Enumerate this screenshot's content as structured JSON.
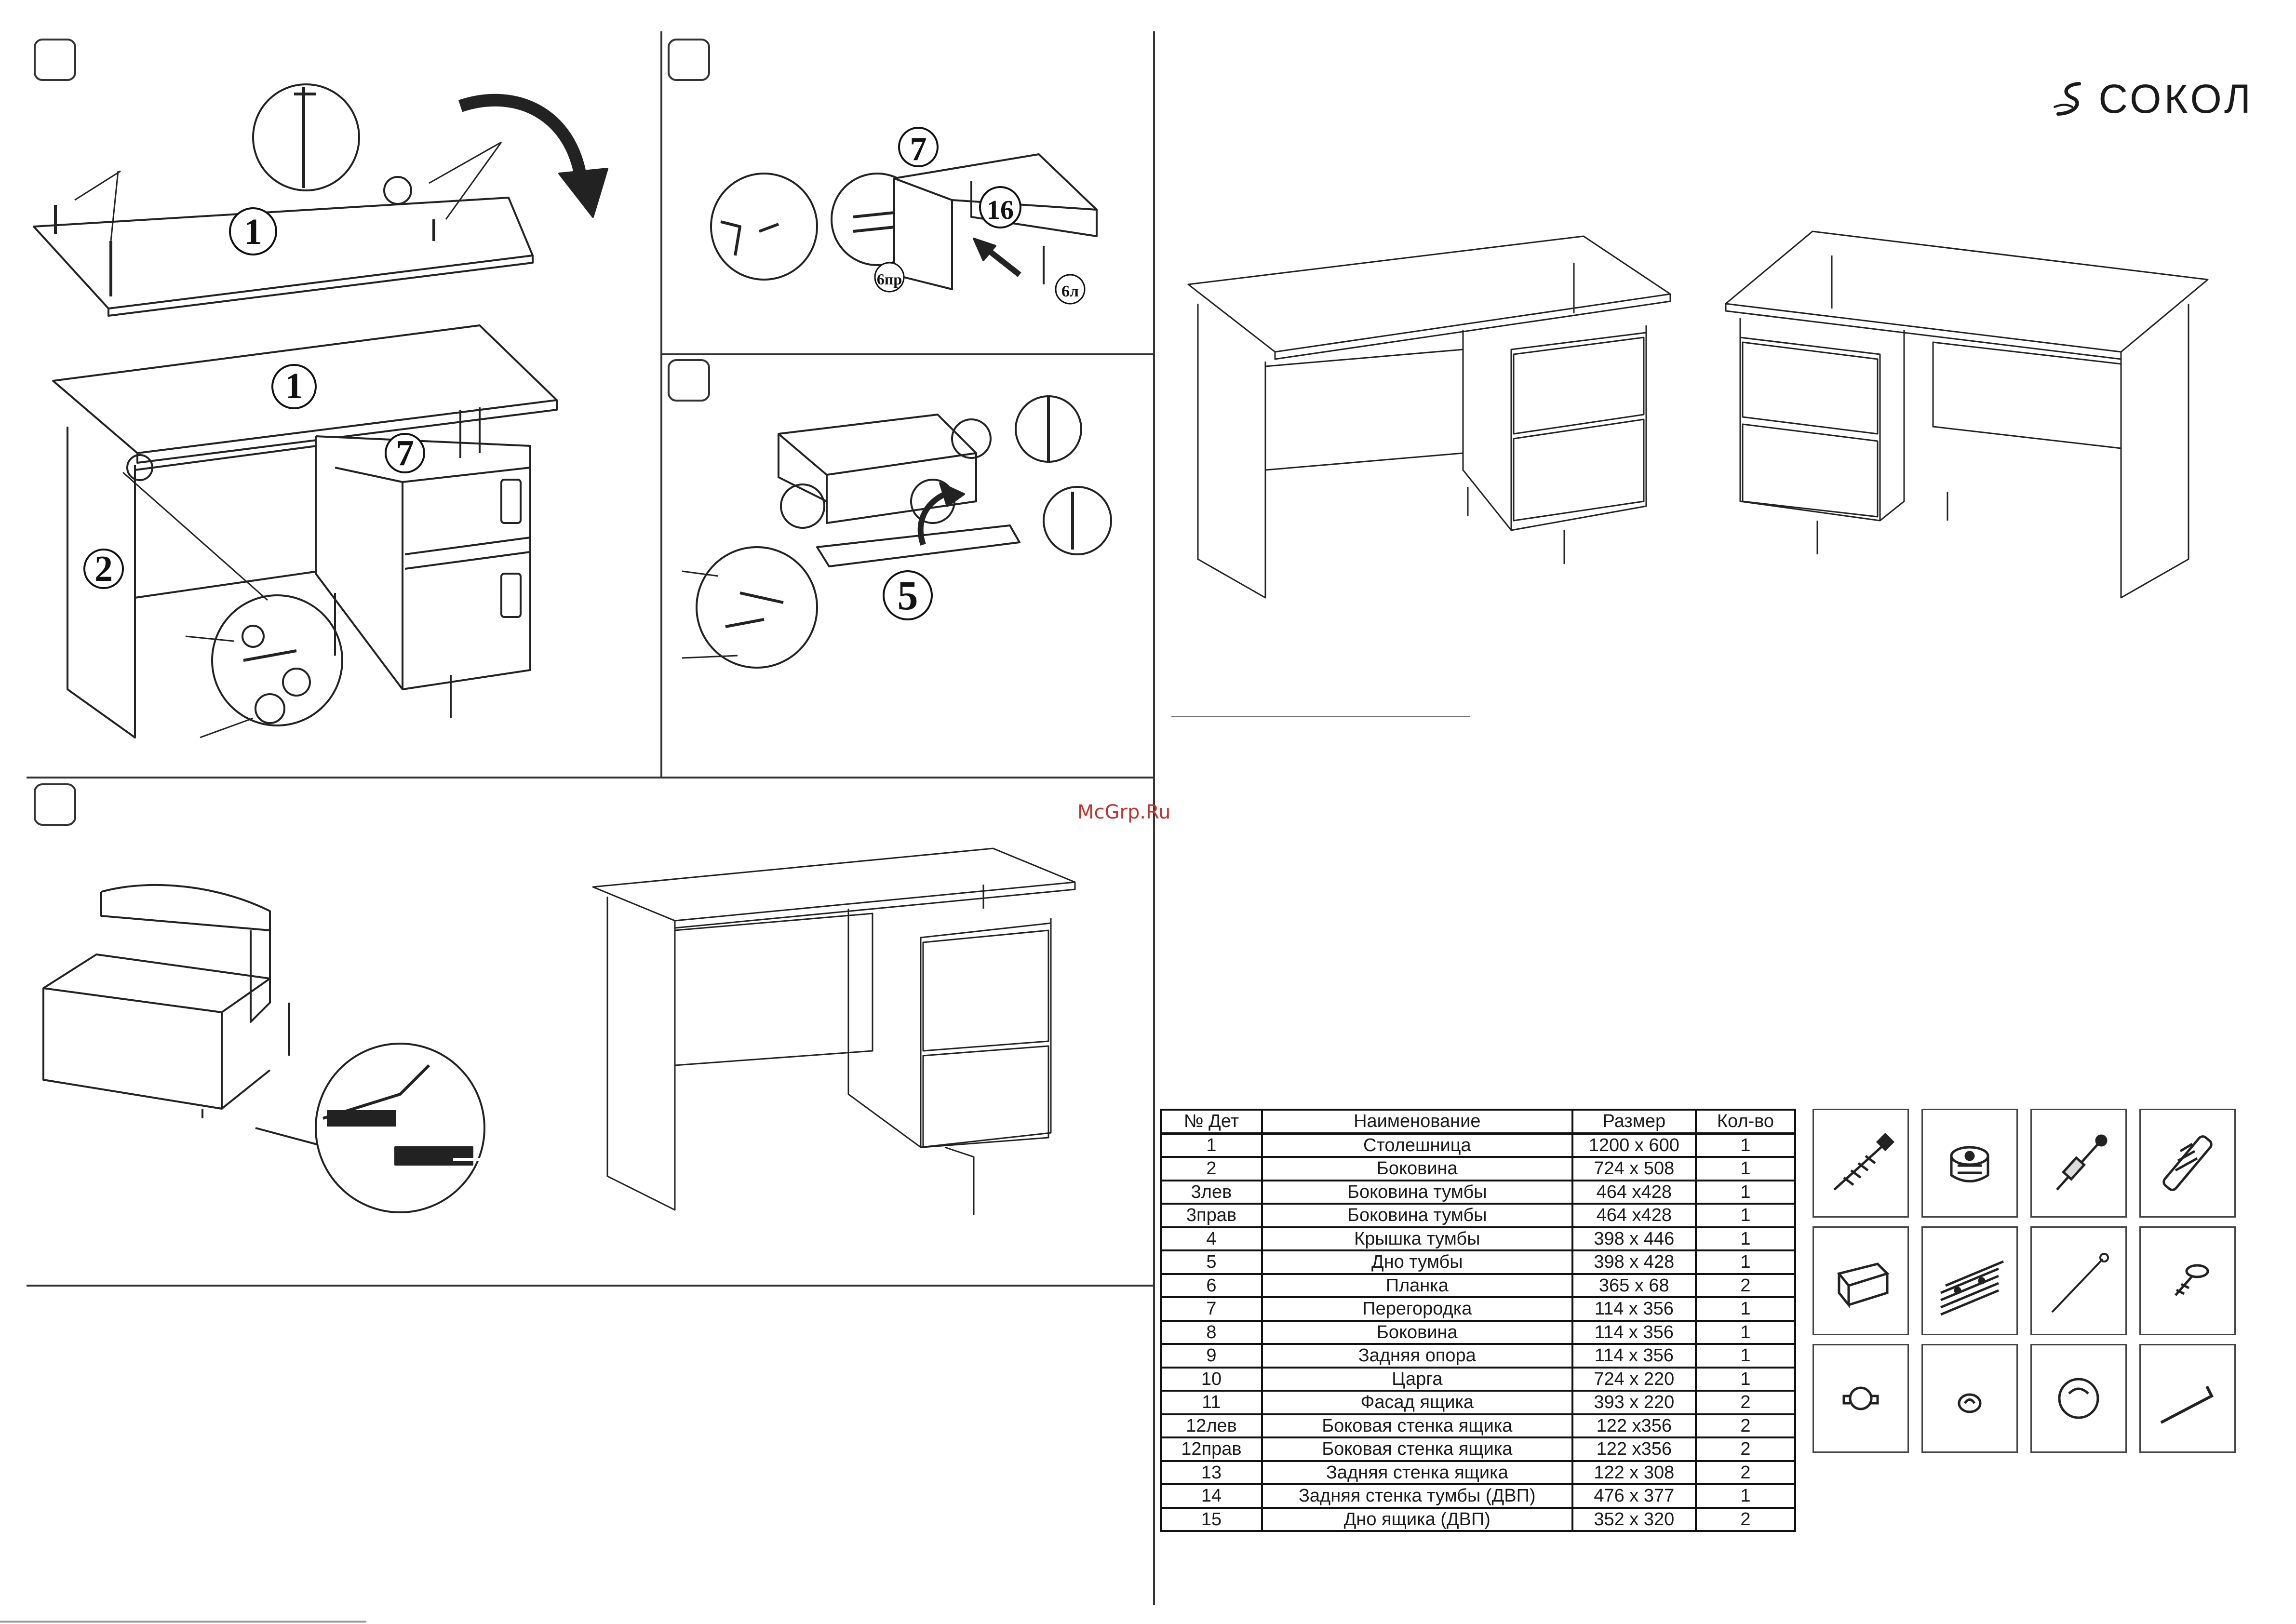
{
  "brand": {
    "name": "СОКОЛ",
    "logo_icon": "falcon-logo-icon"
  },
  "watermark": "McGrp.Ru",
  "diagram_labels": {
    "step1_top": "1",
    "step1_top_b": "1",
    "step1_side": "2",
    "step1_partition": "7",
    "step2_top": "7",
    "step2_drawer": "16",
    "step2_left": "6пр",
    "step2_right": "6л",
    "step3_bottom": "5"
  },
  "parts_table": {
    "headers": [
      "№ Дет",
      "Наименование",
      "Размер",
      "Кол-во"
    ],
    "rows": [
      [
        "1",
        "Столешница",
        "1200 х 600",
        "1"
      ],
      [
        "2",
        "Боковина",
        "724 х 508",
        "1"
      ],
      [
        "3лев",
        "Боковина тумбы",
        "464 х428",
        "1"
      ],
      [
        "3прав",
        "Боковина тумбы",
        "464 х428",
        "1"
      ],
      [
        "4",
        "Крышка тумбы",
        "398 х 446",
        "1"
      ],
      [
        "5",
        "Дно тумбы",
        "398 х 428",
        "1"
      ],
      [
        "6",
        "Планка",
        "365 х 68",
        "2"
      ],
      [
        "7",
        "Перегородка",
        "114 х 356",
        "1"
      ],
      [
        "8",
        "Боковина",
        "114 х 356",
        "1"
      ],
      [
        "9",
        "Задняя опора",
        "114 х 356",
        "1"
      ],
      [
        "10",
        "Царга",
        "724 х 220",
        "1"
      ],
      [
        "11",
        "Фасад ящика",
        "393 х 220",
        "2"
      ],
      [
        "12лев",
        "Боковая стенка ящика",
        "122 х356",
        "2"
      ],
      [
        "12прав",
        "Боковая стенка ящика",
        "122 х356",
        "2"
      ],
      [
        "13",
        "Задняя стенка ящика",
        "122 х 308",
        "2"
      ],
      [
        "14",
        "Задняя стенка тумбы (ДВП)",
        "476 х 377",
        "1"
      ],
      [
        "15",
        "Дно ящика (ДВП)",
        "352 х 320",
        "2"
      ]
    ]
  },
  "hardware_icons": [
    "confirmat-screw-icon",
    "cam-lock-icon",
    "cam-bolt-icon",
    "wood-dowel-icon",
    "drawer-runner-bracket-icon",
    "drawer-runners-icon",
    "nail-icon",
    "wood-screw-icon",
    "plug-cap-icon",
    "small-knob-icon",
    "round-knob-icon",
    "hex-key-icon"
  ]
}
